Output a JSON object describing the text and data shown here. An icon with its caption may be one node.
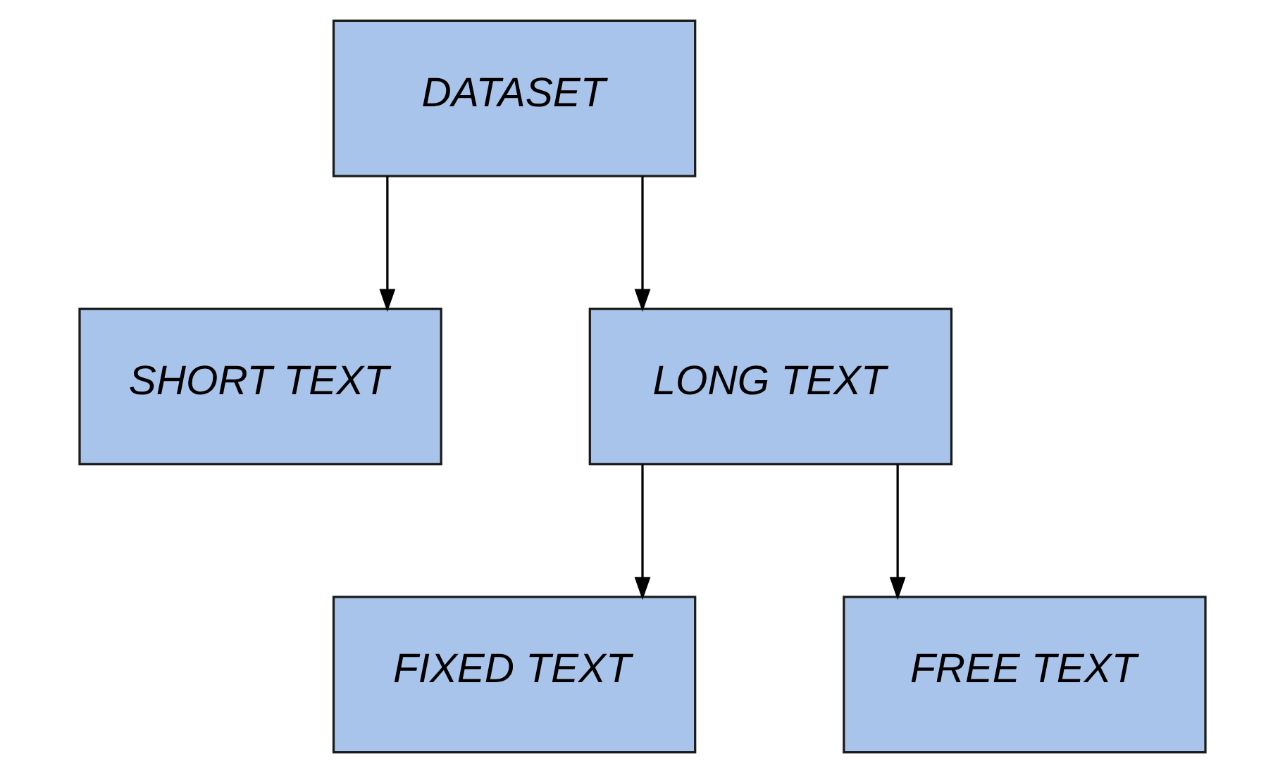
{
  "diagram": {
    "nodes": [
      {
        "text": [
          "DATASET"
        ]
      },
      {
        "text": [
          "SHORT TEXT"
        ]
      },
      {
        "text": [
          "LONG TEXT"
        ]
      },
      {
        "text": [
          "FIXED TEXT"
        ]
      },
      {
        "text": [
          "FREE TEXT"
        ]
      }
    ],
    "edges": [
      {
        "from": 0,
        "to": 1,
        "arrow": "to"
      },
      {
        "from": 0,
        "to": 2,
        "arrow": "to"
      },
      {
        "from": 2,
        "to": 3,
        "arrow": "to"
      },
      {
        "from": 2,
        "to": 4,
        "arrow": "to"
      }
    ]
  }
}
